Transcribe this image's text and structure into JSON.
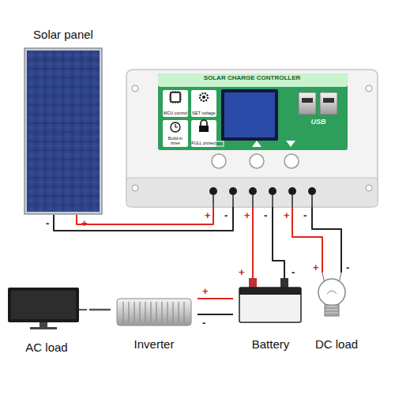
{
  "diagram": {
    "nodes": [
      {
        "text": [
          "Solar panel"
        ]
      },
      {
        "text": [
          "SOLAR CHARGE CONTROLLER"
        ]
      },
      {
        "text": [
          "MCU control"
        ],
        "in": 1
      },
      {
        "text": [
          "SET voltage"
        ],
        "in": 1
      },
      {
        "text": [
          "Build-in timer"
        ],
        "in": 1
      },
      {
        "text": [
          "FULL protect"
        ],
        "in": 1
      },
      {
        "text": [
          "USB"
        ],
        "in": 1
      },
      {
        "text": [
          "AC load"
        ]
      },
      {
        "text": [
          "Inverter"
        ]
      },
      {
        "text": [
          "Battery"
        ]
      },
      {
        "text": [
          "DC load"
        ]
      }
    ],
    "edges": [
      {
        "from": 0,
        "to": 1,
        "arrow": "none"
      },
      {
        "from": 0,
        "to": 1,
        "arrow": "none"
      },
      {
        "from": 1,
        "to": 9,
        "arrow": "none"
      },
      {
        "from": 1,
        "to": 9,
        "arrow": "none"
      },
      {
        "from": 1,
        "to": 10,
        "arrow": "none"
      },
      {
        "from": 1,
        "to": 10,
        "arrow": "none"
      },
      {
        "from": 9,
        "to": 8,
        "arrow": "none"
      },
      {
        "from": 9,
        "to": 8,
        "arrow": "none"
      },
      {
        "from": 8,
        "to": 7,
        "arrow": "none"
      }
    ],
    "labels": [
      "-",
      "+",
      "+",
      "-",
      "+",
      "-",
      "+",
      "-",
      "+",
      "-",
      "+",
      "-",
      "+",
      "-"
    ]
  }
}
